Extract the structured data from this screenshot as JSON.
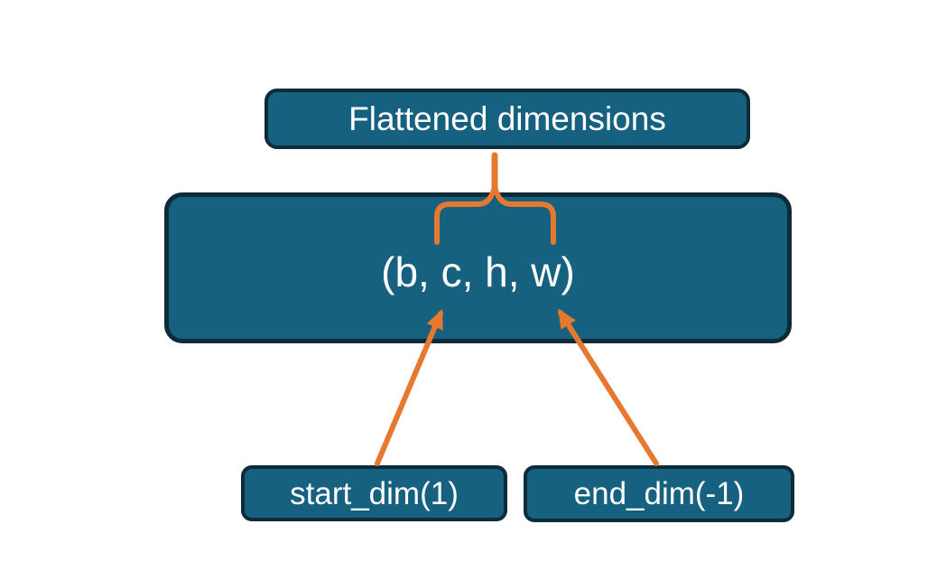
{
  "diagram": {
    "title": "Flatten start_dim / end_dim diagram",
    "nodes": {
      "top": {
        "label": "Flattened dimensions"
      },
      "main": {
        "label": "(b, c, h, w)"
      },
      "start_dim": {
        "label": "start_dim(1)"
      },
      "end_dim": {
        "label": "end_dim(-1)"
      }
    },
    "connectors": {
      "brace": "brace grouping flattened dims, linked to Flattened dimensions box",
      "start_arrow": "arrow from start_dim(1) to dim c",
      "end_arrow": "arrow from end_dim(-1) to dim w"
    },
    "colors": {
      "box-fill": "#166080",
      "box-border": "#0D2B38",
      "connector": "#E6792E",
      "text": "#FFFFFF",
      "background": "#FFFFFF"
    }
  }
}
